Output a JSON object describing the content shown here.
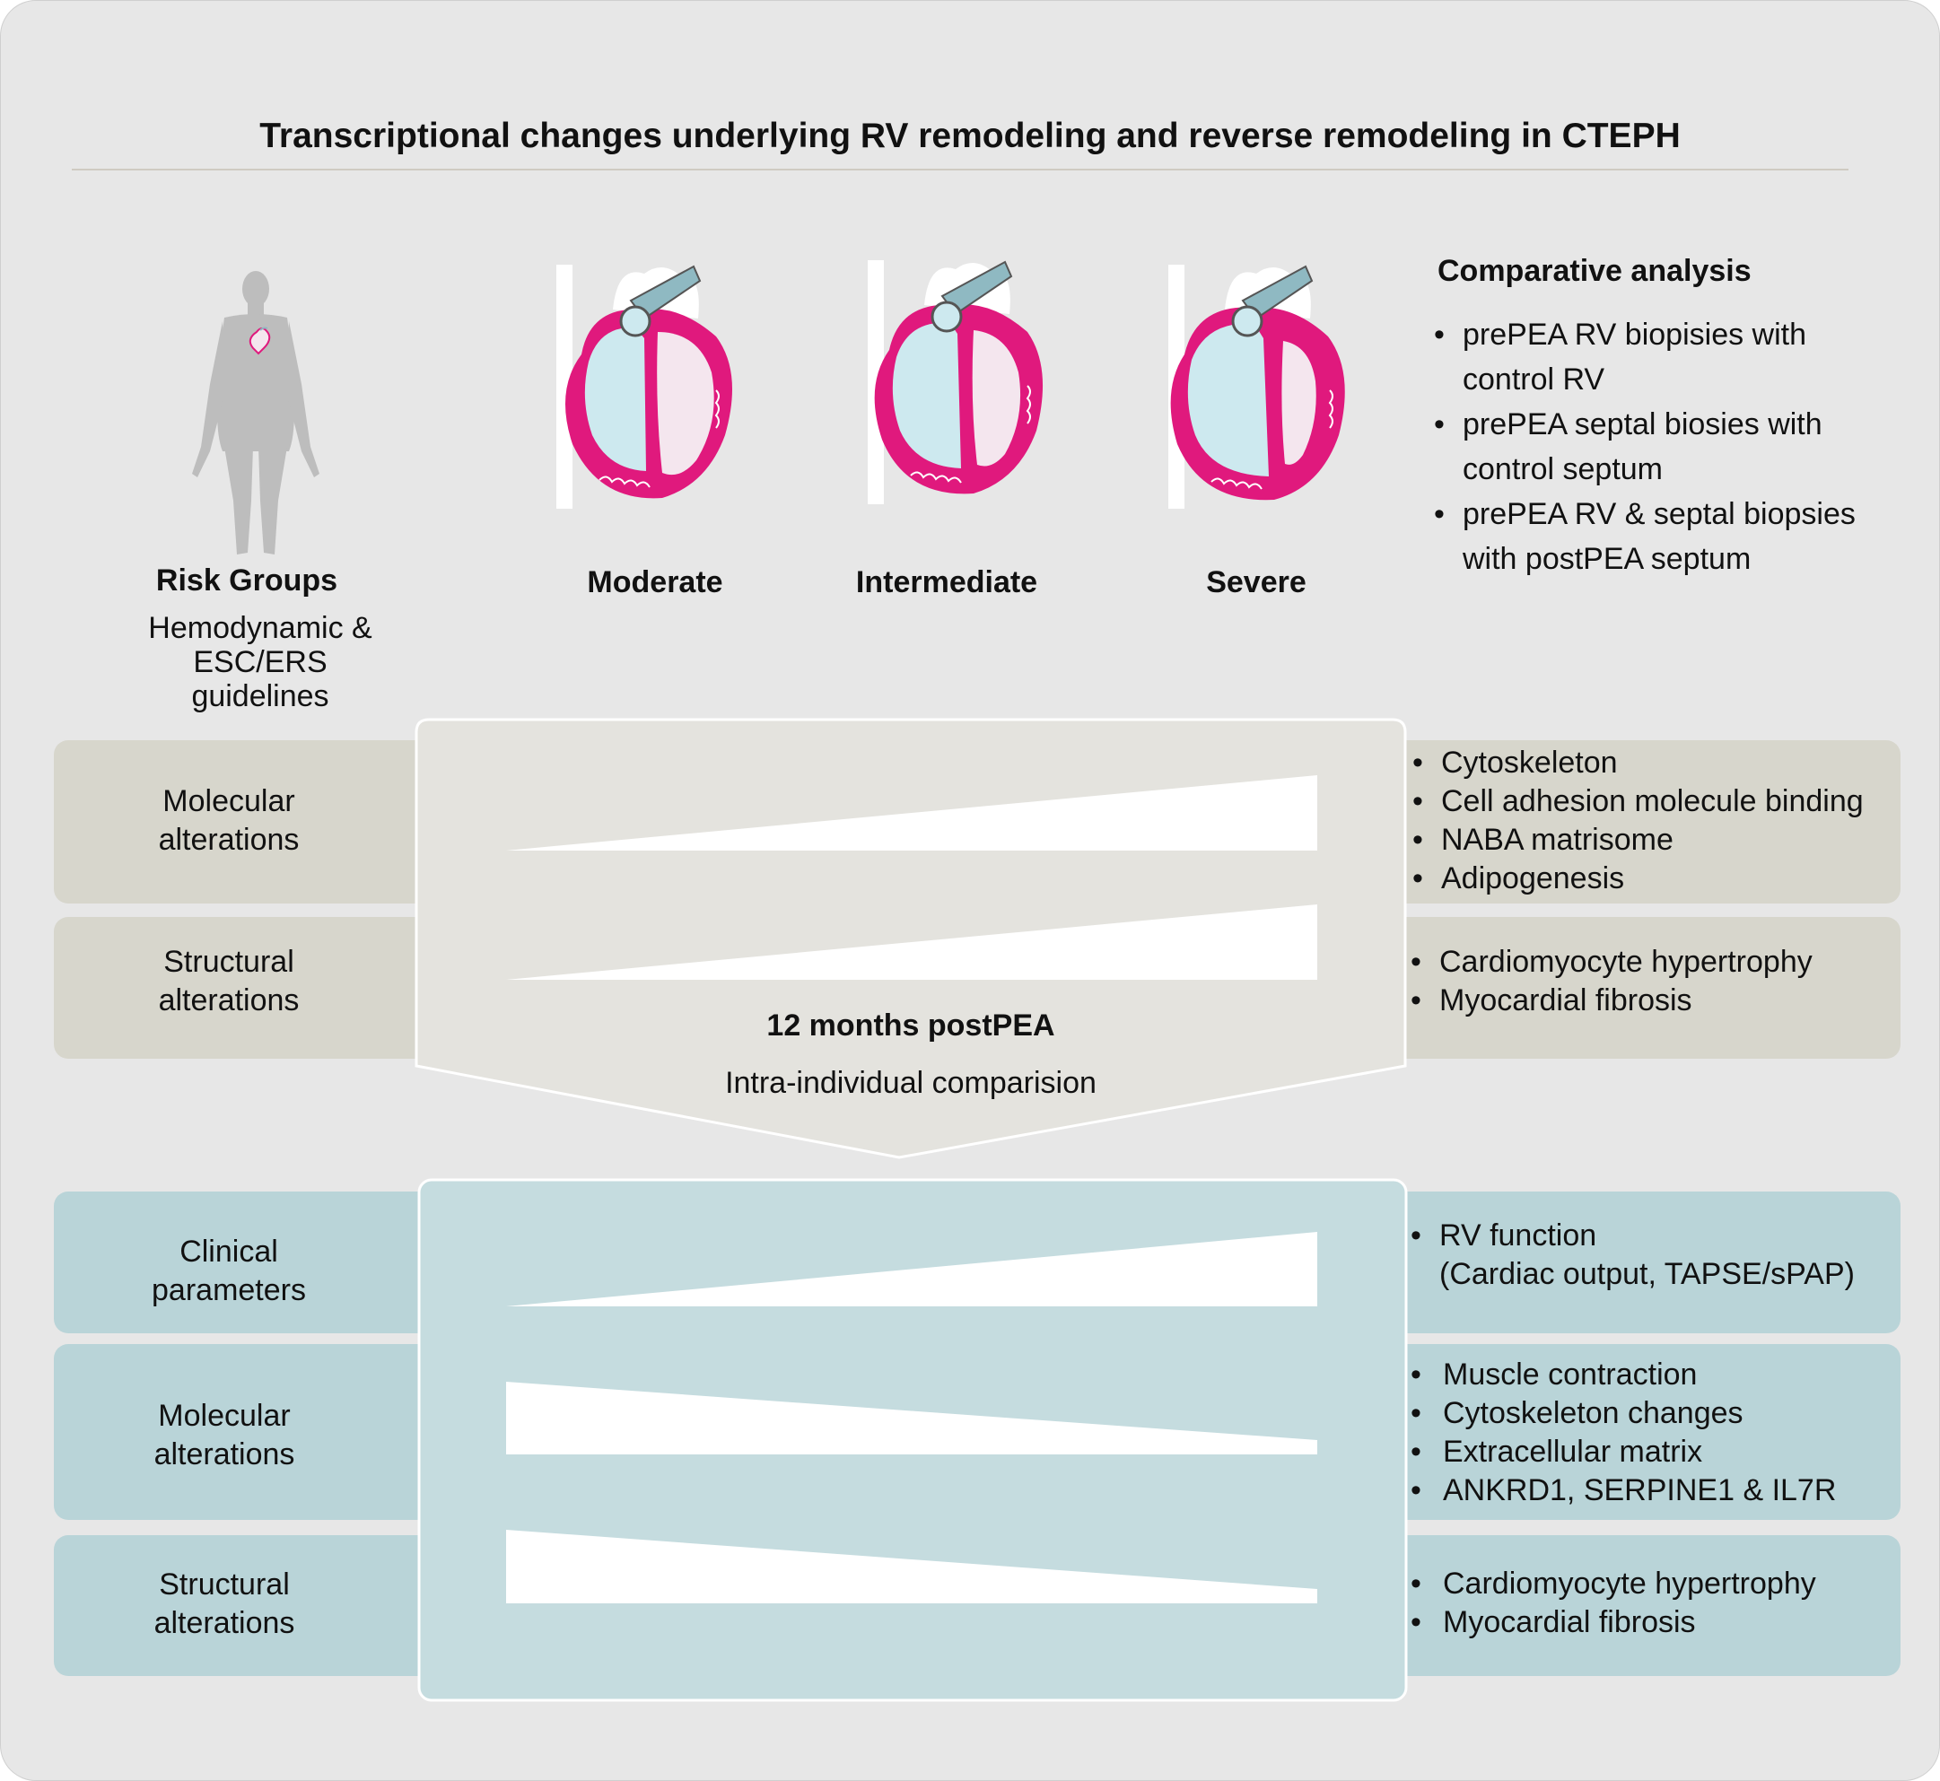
{
  "title": "Transcriptional changes underlying RV remodeling and reverse remodeling in CTEPH",
  "risk": {
    "heading": "Risk Groups",
    "sub_line1": "Hemodynamic &",
    "sub_line2": "ESC/ERS",
    "sub_line3": "guidelines"
  },
  "severity": [
    "Moderate",
    "Intermediate",
    "Severe"
  ],
  "comparative": {
    "heading": "Comparative analysis",
    "items": [
      [
        "prePEA RV biopisies with",
        "control RV"
      ],
      [
        "prePEA septal biosies with",
        "control septum"
      ],
      [
        "prePEA RV & septal biopsies",
        "with postPEA septum"
      ]
    ]
  },
  "pre_section": {
    "rows": [
      {
        "label_line1": "Molecular",
        "label_line2": "alterations",
        "bullets": [
          "Cytoskeleton",
          "Cell adhesion molecule binding",
          "NABA matrisome",
          "Adipogenesis"
        ]
      },
      {
        "label_line1": "Structural",
        "label_line2": "alterations",
        "bullets": [
          "Cardiomyocyte hypertrophy",
          "Myocardial fibrosis"
        ]
      }
    ],
    "arrow_title": "12 months postPEA",
    "arrow_subtitle": "Intra-individual comparision"
  },
  "post_section": {
    "rows": [
      {
        "label_line1": "Clinical",
        "label_line2": "parameters",
        "bullets": [
          "RV function"
        ],
        "bullet_cont": "(Cardiac output, TAPSE/sPAP)"
      },
      {
        "label_line1": "Molecular",
        "label_line2": "alterations",
        "bullets": [
          "Muscle contraction",
          "Cytoskeleton changes",
          "Extracellular matrix",
          "ANKRD1, SERPINE1 & IL7R"
        ]
      },
      {
        "label_line1": "Structural",
        "label_line2": "alterations",
        "bullets": [
          "Cardiomyocyte hypertrophy",
          "Myocardial fibrosis"
        ]
      }
    ]
  },
  "colors": {
    "background": "#e7e7e7",
    "grey_band": "#d7d6cc",
    "teal_band": "#b9d4d8",
    "panel_grey": "#e4e3de",
    "panel_teal": "#c5dcdf",
    "myocardium": "#e0197d",
    "chamber": "#cde9ef",
    "left_chamber": "#f4e6ee",
    "vessel": "#8fb9c2",
    "silhouette": "#bdbdbd"
  },
  "icons": [
    "human-silhouette-icon",
    "heart-moderate-icon",
    "heart-intermediate-icon",
    "heart-severe-icon"
  ]
}
